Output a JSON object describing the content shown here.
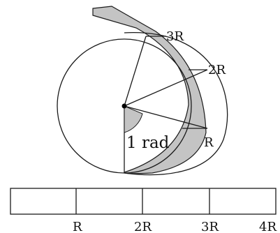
{
  "diagram": {
    "point_labels": [
      "3R",
      "2R",
      "R"
    ],
    "angle_label": "1 rad",
    "ruler_labels": [
      "R",
      "2R",
      "3R",
      "4R"
    ],
    "colors": {
      "strip_fill": "#c4c4c4",
      "stroke": "#1a1a1a",
      "background": "#ffffff"
    }
  }
}
